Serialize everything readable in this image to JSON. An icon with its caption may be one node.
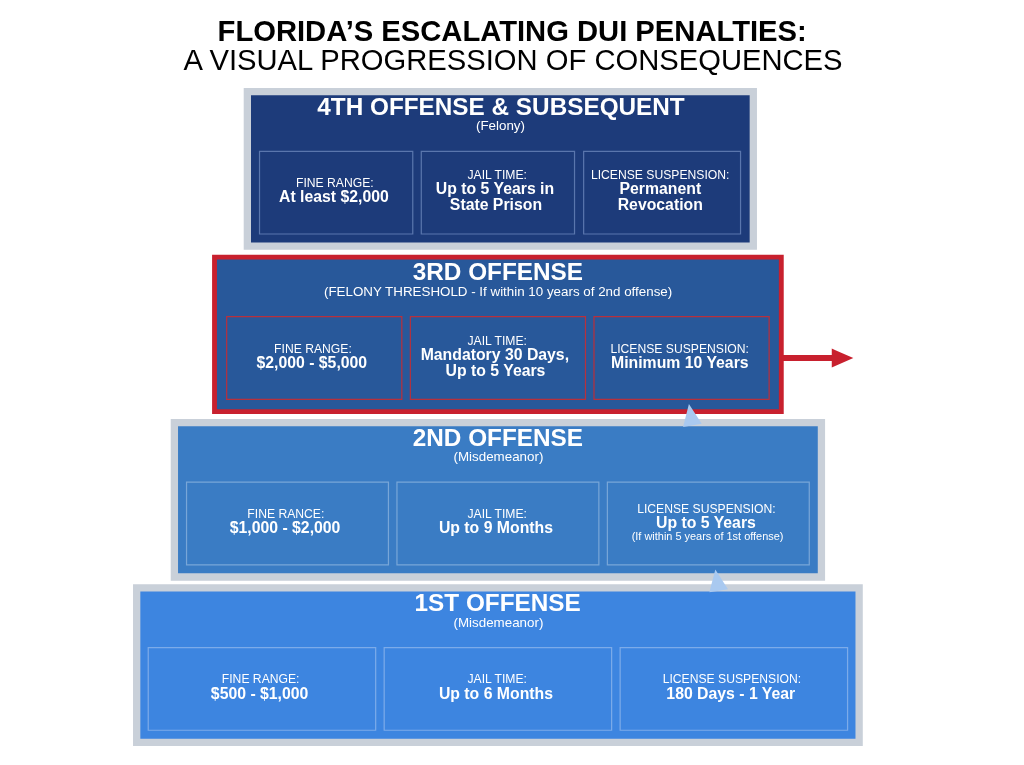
{
  "diagram": {
    "title": "FLORIDA’S ESCALATING DUI PENALTIES: A VISUAL PROGRESSION OF CONSEQUENCES",
    "nodes": [
      {
        "text": [
          "4TH OFFENSE & SUBSEQUENT",
          "(Felony)"
        ]
      },
      {
        "text": [
          "FINE RANGE:",
          "At least $2,000"
        ],
        "in": 0
      },
      {
        "text": [
          "JAIL TIME:",
          "Up to 5 Years in State Prison"
        ],
        "in": 0
      },
      {
        "text": [
          "LICENSE SUSPENSION:",
          "Permanent Revocation"
        ],
        "in": 0
      },
      {
        "text": [
          "3RD OFFENSE",
          "(FELONY THRESHOLD - If within 10 years of 2nd offense)"
        ]
      },
      {
        "text": [
          "FINE RANGE:",
          "$2,000 - $5,000"
        ],
        "in": 4
      },
      {
        "text": [
          "JAIL TIME:",
          "Mandatory 30 Days, Up to 5 Years"
        ],
        "in": 4
      },
      {
        "text": [
          "LICENSE SUSPENSION:",
          "Minimum 10 Years"
        ],
        "in": 4
      },
      {
        "text": [
          "2ND OFFENSE",
          "(Misdemeanor)"
        ]
      },
      {
        "text": [
          "FINE RANCE:",
          "$1,000 - $2,000"
        ],
        "in": 8
      },
      {
        "text": [
          "JAIL TIME:",
          "Up to 9 Months"
        ],
        "in": 8
      },
      {
        "text": [
          "LICENSE SUSPENSION:",
          "Up to 5 Years",
          "(If within 5 years of 1st offense)"
        ],
        "in": 8
      },
      {
        "text": [
          "1ST OFFENSE",
          "(Misdemeanor)"
        ]
      },
      {
        "text": [
          "FINE RANGE:",
          "$500 - $1,000"
        ],
        "in": 12
      },
      {
        "text": [
          "JAIL TIME:",
          "Up to 6 Months"
        ],
        "in": 12
      },
      {
        "text": [
          "LICENSE SUSPENSION:",
          "180 Days - 1 Year"
        ],
        "in": 12
      }
    ],
    "edges": [
      {
        "from": 12,
        "to": 8,
        "arrow": "to"
      },
      {
        "from": 8,
        "to": 4,
        "arrow": "to"
      },
      {
        "from": 4,
        "to": null,
        "arrow": "to",
        "color": "#c8202e"
      }
    ]
  }
}
